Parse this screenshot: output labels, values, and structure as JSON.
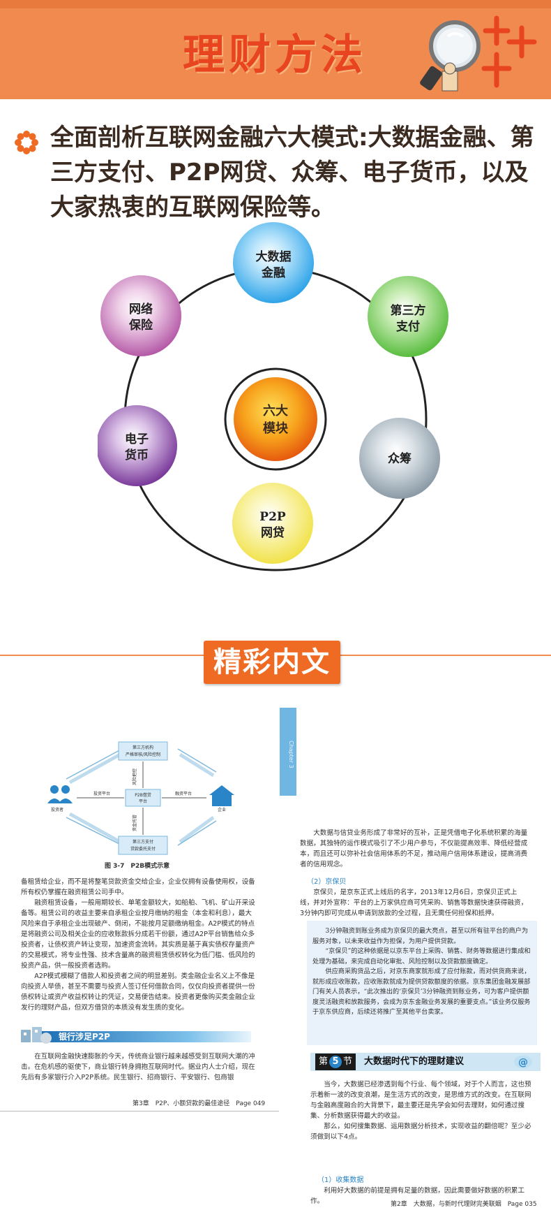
{
  "header": {
    "title": "理财方法"
  },
  "intro": {
    "text": "全面剖析互联网金融六大模式:大数据金融、第三方支付、P2P网贷、众筹、电子货币，以及大家热衷的互联网保险等。"
  },
  "diagram": {
    "center": [
      "六大",
      "模块"
    ],
    "nodes": [
      {
        "lines": [
          "大数据",
          "金融"
        ],
        "color": "#2fa4e8"
      },
      {
        "lines": [
          "第三方",
          "支付"
        ],
        "color": "#59bd3f"
      },
      {
        "lines": [
          "众筹"
        ],
        "color": "#8a9aa6"
      },
      {
        "lines": [
          "P2P",
          "网贷"
        ],
        "color": "#f1e24a"
      },
      {
        "lines": [
          "电子",
          "货币"
        ],
        "color": "#7a3a9a"
      },
      {
        "lines": [
          "网络",
          "保险"
        ],
        "color": "#b55aa7"
      }
    ]
  },
  "section": {
    "title": "精彩内文"
  },
  "left_page": {
    "figure": {
      "top_box": [
        "第三方机构",
        "严格审核/风险控制"
      ],
      "center_box": [
        "P2B借贷",
        "平台"
      ],
      "bottom_box": [
        "第三方支付",
        "贷款委托支付"
      ],
      "left_label": "投资者",
      "right_label": "企业",
      "arrow_left": "投资平台",
      "arrow_right": "融资平台",
      "arrow_top": "风险把控",
      "arrow_bottom": "资金托管",
      "caption": "图 3-7　P2B模式示意"
    },
    "paragraphs": [
      "备租赁给企业，而不是将整笔贷款资金交给企业，企业仅拥有设备使用权，设备所有权仍掌握在融资租赁公司手中。",
      "融资租赁设备，一般用期较长、单笔金额较大，如船舶、飞机、矿山开采设备等。租赁公司的收益主要来自承租企业按月缴纳的租金（本金和利息），最大风险来自于承租企业出现破产、倒闭，不能按月足额缴纳租金。A2P模式的特点是将融资公司及相关企业的应收账款拆分成若干份额，通过A2P平台销售给众多投资者，让债权资产转让变现，加速资金流转。其实质是基于真实债权存量资产的交易模式，将专业性强、技术含量高的融资租赁债权转化为低门槛、低风险的投资产品，供一般投资者选购。",
      "A2P模式模糊了借款人和投资者之间的明显差别。类金融企业名义上不像是向投资人举债，甚至不需要与投资人签订任何借款合同，仅仅向投资者提供一份债权转让或资产收益权转让的凭证，交易便告结束。投资者更像购买类金融企业发行的理财产品，但双方借贷的本质没有发生质的变化。"
    ],
    "bank_heading": "银行涉足P2P",
    "bank_paragraph": "在互联网金融快速膨胀的今天，传统商业银行越来越感受到互联网大潮的冲击。在危机感的驱使下，商业银行转身拥抱互联网时代。据业内人士介绍，现在先后有多家银行介入P2P系统。民生银行、招商银行、平安银行、包商银",
    "footer": "第3章　P2P、小额贷款的最佳途径　Page 049"
  },
  "right_page": {
    "chapter_tab": "Chapter 3",
    "para1": "大数据与信贷业务形成了非常好的互补，正是凭借电子化系统积累的海量数据，其独特的运作模式吸引了不少用户参与，不仅能提高效率、降低经营成本，而且还可以弥补社会信用体系的不足，推动用户信用体系建设，提高消费者的信用观念。",
    "sub2": "（2）京保贝",
    "para2": "京保贝，是京东正式上线后的名字，2013年12月6日，京保贝正式上线，并对外宣称：平台的上万家供应商可凭采购、销售等数据快速获得融资，3分钟内即可完成从申请到放款的全过程，且无需任何担保和抵押。",
    "quote": [
      "3分钟融资到账业务成为京保贝的最大亮点，甚至以所有驻平台的商户为服务对象，以未来收益作为担保，为用户提供贷款。",
      "“京保贝”的这种依据是以京东平台上采购、销售、财务等数据进行集成和处理为基础，来完成自动化审批、风险控制以及贷款额度确定。",
      "供应商采购货品之后，对京东商家就形成了应付账款，而对供货商来说，就形成应收账款，应收账款就成为提供贷款额度的依据。京东集团金融发展部门有关人员表示，“此次推出的‘京保贝’3分钟融资到账业务，可为客户提供额度灵活融资和放款服务，会成为京东金融业务发展的重要支点。”该业务仅服务于京东供应商，后续还将推广至其他平台卖家。"
    ],
    "section5": {
      "prefix": "第",
      "num": "5",
      "suffix": "节",
      "title": "大数据时代下的理财建议"
    },
    "para3": "当今，大数据已经渗透到每个行业、每个领域，对于个人而言，这也预示着新一波的改变浪潮，是生活方式的改变，是思维方式的改变。在互联网与金融高度融合的大背景下，最主要还是先学会如何去理财，如何通过搜集、分析数据获得最大的收益。",
    "para4": "那么，如何搜集数据、运用数据分析技术，实现收益的翻倍呢？至少必须做到以下4点。",
    "sub3": "（1）收集数据",
    "para5": "利用好大数据的前提是拥有足量的数据，因此需要做好数据的积累工作。",
    "footer": "第2章　大数据，与新时代理财完美联姻　Page 035"
  },
  "colors": {
    "header_orange": "#f08a4f",
    "title_red": "#e8441f",
    "section_orange": "#ef6a22",
    "blue_accent": "#2a85c8"
  }
}
